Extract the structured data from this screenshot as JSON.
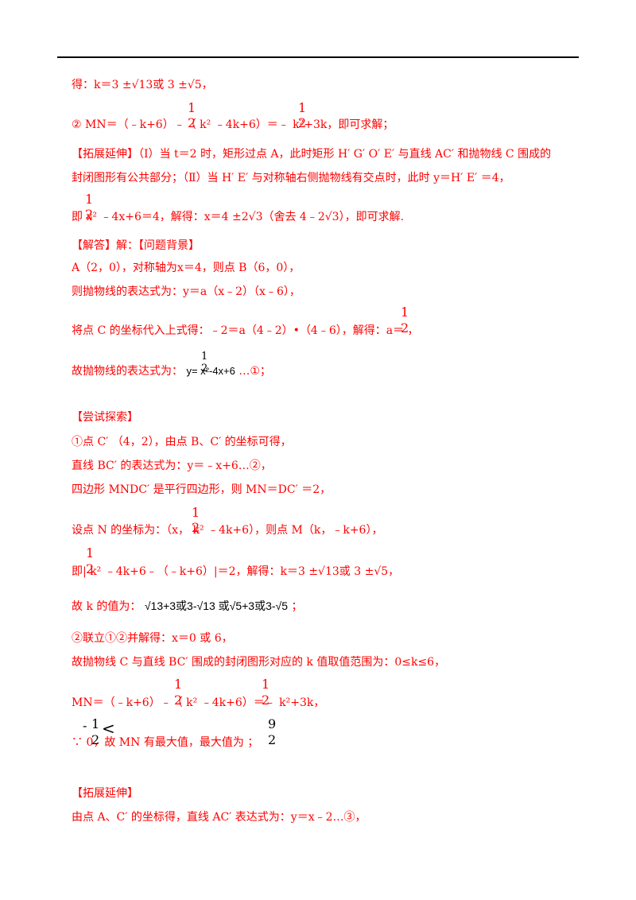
{
  "lines": {
    "l1": "得：k＝3 ±√13或 3 ±√5，",
    "l2": "② MN＝（﹣k+6）﹣（ k² ﹣4k+6）＝﹣ k²+3k，即可求解；",
    "l3": "【拓展延伸】（Ⅰ）当 t＝2 时，矩形过点 A，此时矩形 H′ G′ O′ E′ 与直线 AC′ 和抛物线 C 围成的",
    "l4": "封闭图形有公共部分；（Ⅱ）当 H′ E′ 与对称轴右侧抛物线有交点时，此时 y＝H′ E′ ＝4，",
    "l5": "即 x² ﹣4x+6＝4，解得：x＝4 ±2√3（舍去 4﹣2√3），即可求解.",
    "l6": "【解答】解：【问题背景】",
    "l7": "A（2，0），对称轴为x＝4，则点 B（6，0），",
    "l8": "则抛物线的表达式为：y＝a（x﹣2）（x﹣6），",
    "l9": "将点 C 的坐标代入上式得：﹣2＝a（4﹣2）•（4﹣6），解得：a＝ ，",
    "l10a": "故抛物线的表达式为：",
    "l10b": "y=  x²-4x+6",
    "l10c": "…①；",
    "l11": "【尝试探索】",
    "l12": "①点 C′ （4，2），由点 B、C′ 的坐标可得，",
    "l13": "直线 BC′ 的表达式为：y＝﹣x+6…②，",
    "l14": "四边形 MNDC′ 是平行四边形，则 MN＝DC′ ＝2，",
    "l15": "设点 N 的坐标为：（x， k² ﹣4k+6），则点 M（k，﹣k+6），",
    "l16": "即| k² ﹣4k+6﹣（﹣k+6）|＝2，解得：k＝3 ±√13或 3 ±√5，",
    "l17a": "故 k 的值为：",
    "l17b": "√13+3或3-√13 或√5+3或3-√5",
    "l17c": "；",
    "l18": "②联立①②并解得：x＝0 或 6，",
    "l19": "故抛物线 C 与直线 BC′ 围成的封闭图形对应的 k 值取值范围为：0≤k≤6，",
    "l20": "MN＝（﹣k+6）﹣（ k² ﹣4k+6）＝﹣ k²+3k，",
    "l21": "∵    0，故 MN 有最大值，最大值为 ；",
    "l22": "【拓展延伸】",
    "l23": "由点 A、C′ 的坐标得，直线 AC′ 表达式为：y＝x﹣2…③，"
  },
  "fractions": {
    "one": "1",
    "two": "2",
    "nine": "9",
    "less": "<",
    "minus": "-"
  }
}
